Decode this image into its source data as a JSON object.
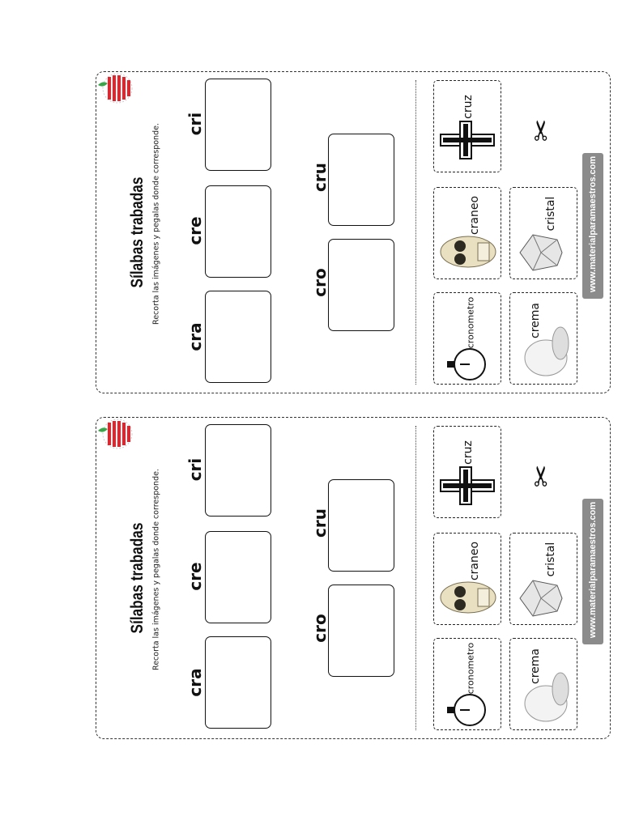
{
  "worksheet": {
    "title": "Sílabas trabadas",
    "instruction": "Recorta las imágenes y pegalas donde corresponde.",
    "syllables": [
      "cra",
      "cre",
      "cri",
      "cro",
      "cru"
    ],
    "cards": {
      "cruz": "cruz",
      "craneo": "craneo",
      "cristal": "cristal",
      "cronometro": "cronometro",
      "crema": "crema"
    },
    "website": "www.materialparamaestros.com"
  },
  "colors": {
    "logo_red": "#e8222b",
    "logo_green": "#3aa64a",
    "web_badge": "#8b8b8b"
  }
}
